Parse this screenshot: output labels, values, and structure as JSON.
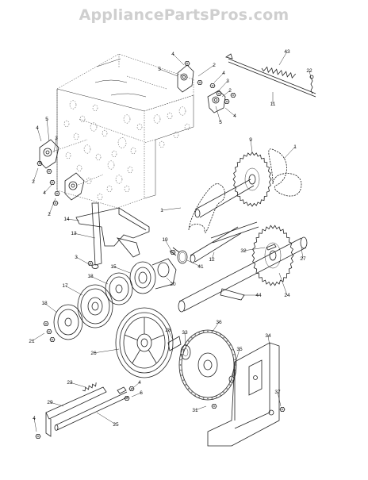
{
  "watermark": "AppliancePartsPros.com",
  "callouts": [
    {
      "id": "c4a",
      "text": "4"
    },
    {
      "id": "c2a",
      "text": "2"
    },
    {
      "id": "c5a",
      "text": "5"
    },
    {
      "id": "c4b",
      "text": "4"
    },
    {
      "id": "c3a",
      "text": "3"
    },
    {
      "id": "c2b",
      "text": "2"
    },
    {
      "id": "c4c",
      "text": "4"
    },
    {
      "id": "c5b",
      "text": "5"
    },
    {
      "id": "c43",
      "text": "43"
    },
    {
      "id": "c22",
      "text": "22"
    },
    {
      "id": "c11",
      "text": "11"
    },
    {
      "id": "c4d",
      "text": "4"
    },
    {
      "id": "c5c",
      "text": "5"
    },
    {
      "id": "c3b",
      "text": "3"
    },
    {
      "id": "c2c",
      "text": "2"
    },
    {
      "id": "c4e",
      "text": "4"
    },
    {
      "id": "c2d",
      "text": "2"
    },
    {
      "id": "c9",
      "text": "9"
    },
    {
      "id": "c1a",
      "text": "1"
    },
    {
      "id": "c1b",
      "text": "1"
    },
    {
      "id": "c14",
      "text": "14"
    },
    {
      "id": "c13",
      "text": "13"
    },
    {
      "id": "c3c",
      "text": "3"
    },
    {
      "id": "c19",
      "text": "19"
    },
    {
      "id": "c12",
      "text": "12"
    },
    {
      "id": "c32",
      "text": "32"
    },
    {
      "id": "c27",
      "text": "27"
    },
    {
      "id": "c15",
      "text": "15"
    },
    {
      "id": "c41",
      "text": "41"
    },
    {
      "id": "c18a",
      "text": "18"
    },
    {
      "id": "c20",
      "text": "20"
    },
    {
      "id": "c17",
      "text": "17"
    },
    {
      "id": "c18b",
      "text": "18"
    },
    {
      "id": "c44",
      "text": "44"
    },
    {
      "id": "c24",
      "text": "24"
    },
    {
      "id": "c21",
      "text": "21"
    },
    {
      "id": "c36",
      "text": "36"
    },
    {
      "id": "c28",
      "text": "28"
    },
    {
      "id": "c33",
      "text": "33"
    },
    {
      "id": "c34",
      "text": "34"
    },
    {
      "id": "c26",
      "text": "26"
    },
    {
      "id": "c35",
      "text": "35"
    },
    {
      "id": "c23",
      "text": "23"
    },
    {
      "id": "c4f",
      "text": "4"
    },
    {
      "id": "c6",
      "text": "6"
    },
    {
      "id": "c37",
      "text": "37"
    },
    {
      "id": "c29",
      "text": "29"
    },
    {
      "id": "c31",
      "text": "31"
    },
    {
      "id": "c25",
      "text": "25"
    },
    {
      "id": "c4g",
      "text": "4"
    }
  ]
}
